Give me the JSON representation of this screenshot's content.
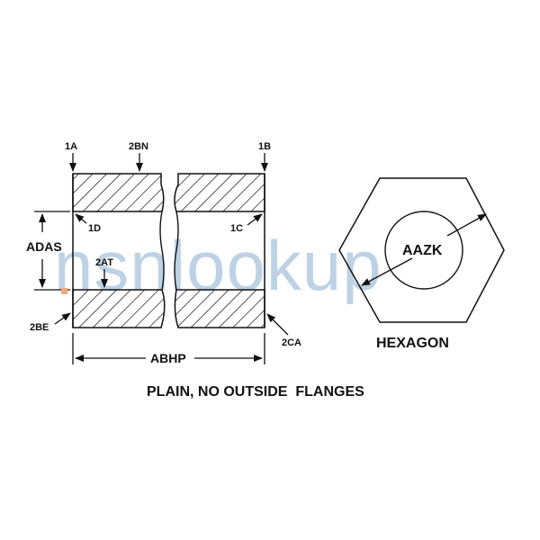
{
  "title": "PLAIN, NO OUTSIDE  FLANGES",
  "side_view": {
    "labels": {
      "1A": "1A",
      "2BN": "2BN",
      "1B": "1B",
      "1D": "1D",
      "1C": "1C",
      "ADAS": "ADAS",
      "2AT": "2AT",
      "2BE": "2BE",
      "2CA": "2CA",
      "ABHP": "ABHP"
    }
  },
  "end_view": {
    "shape_label": "HEXAGON",
    "dimension_label": "AAZK"
  },
  "watermark": "nsnlookup",
  "colors": {
    "line": "#111111",
    "watermark": "#a9c3de",
    "accent_mark": "#f2a97a"
  }
}
